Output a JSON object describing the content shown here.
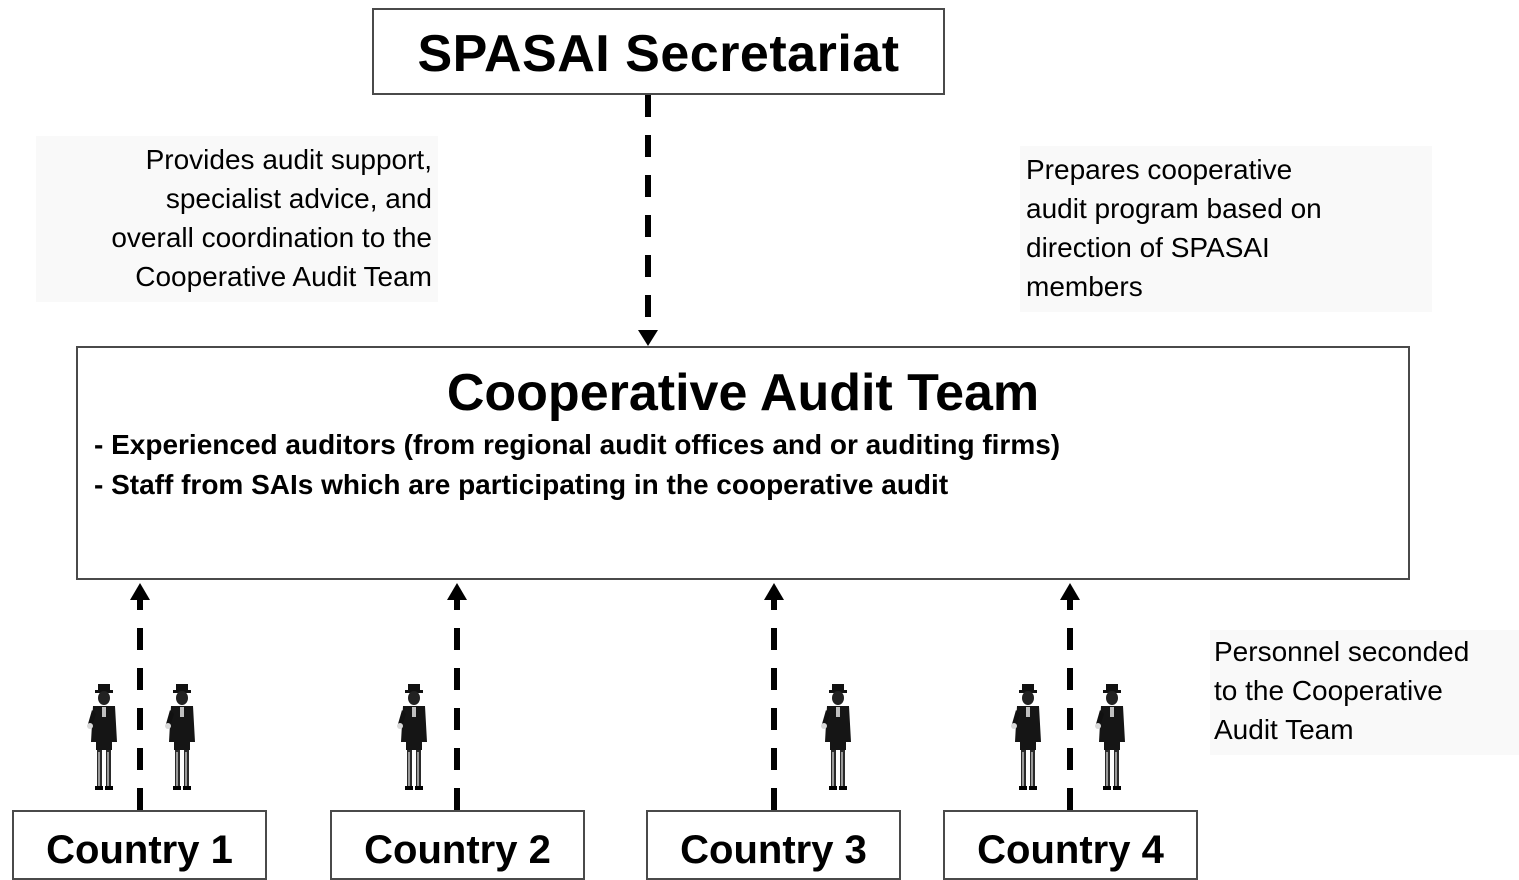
{
  "secretariat": {
    "title": "SPASAI Secretariat"
  },
  "team": {
    "title": "Cooperative Audit Team",
    "members": [
      "- Experienced auditors (from regional audit offices and or auditing firms)",
      "- Staff from SAIs which are participating in the cooperative audit"
    ]
  },
  "notes": {
    "left": [
      "Provides audit support,",
      "specialist advice, and",
      "overall coordination to the",
      "Cooperative Audit Team"
    ],
    "right": [
      "Prepares cooperative",
      "audit program based on",
      "direction of SPASAI",
      "members"
    ],
    "bottom": [
      "Personnel seconded",
      "to the Cooperative",
      "Audit Team"
    ]
  },
  "countries": [
    {
      "label": "Country 1",
      "personnel": 2
    },
    {
      "label": "Country 2",
      "personnel": 1
    },
    {
      "label": "Country 3",
      "personnel": 1
    },
    {
      "label": "Country 4",
      "personnel": 2
    }
  ],
  "colors": {
    "line": "#000000",
    "border": "#4a4a4a",
    "note_bg": "#f9f9f9"
  }
}
